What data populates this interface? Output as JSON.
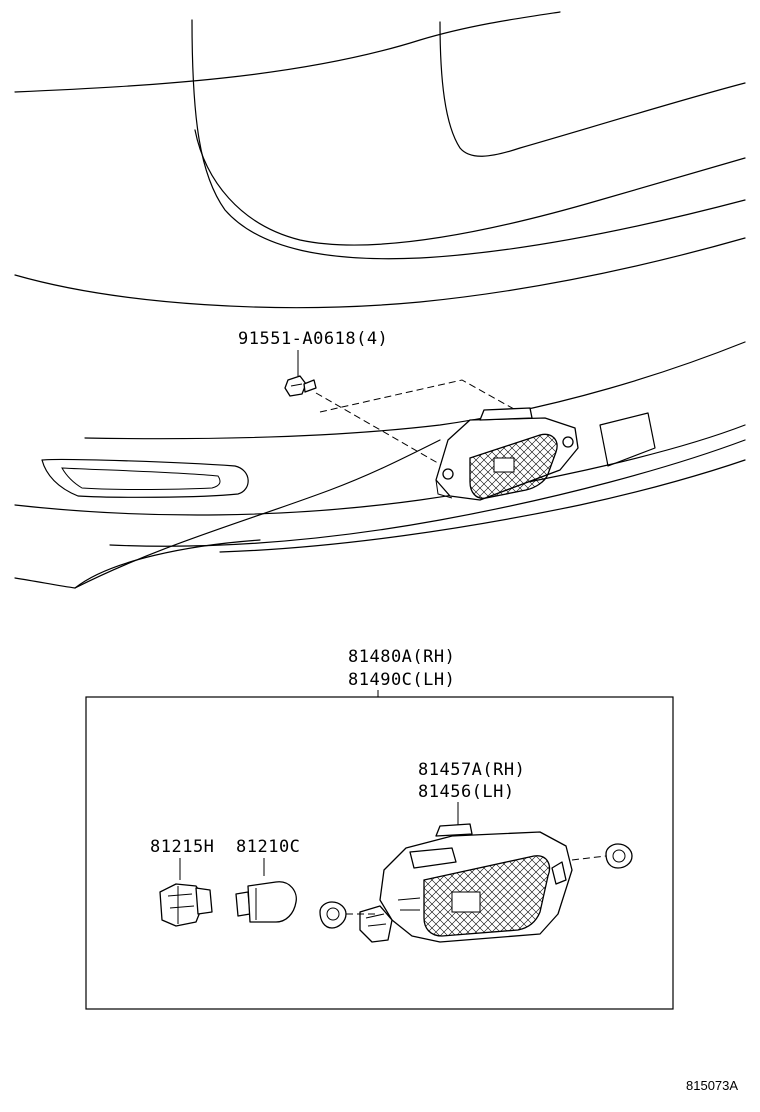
{
  "labels": {
    "screw": "91551-A0618(4)",
    "lamp_assy_rh": "81480A(RH)",
    "lamp_assy_lh": "81490C(LH)",
    "reflex_rh": "81457A(RH)",
    "reflex_lh": "81456(LH)",
    "socket": "81215H",
    "bulb": "81210C"
  },
  "reference_code": "815073A"
}
